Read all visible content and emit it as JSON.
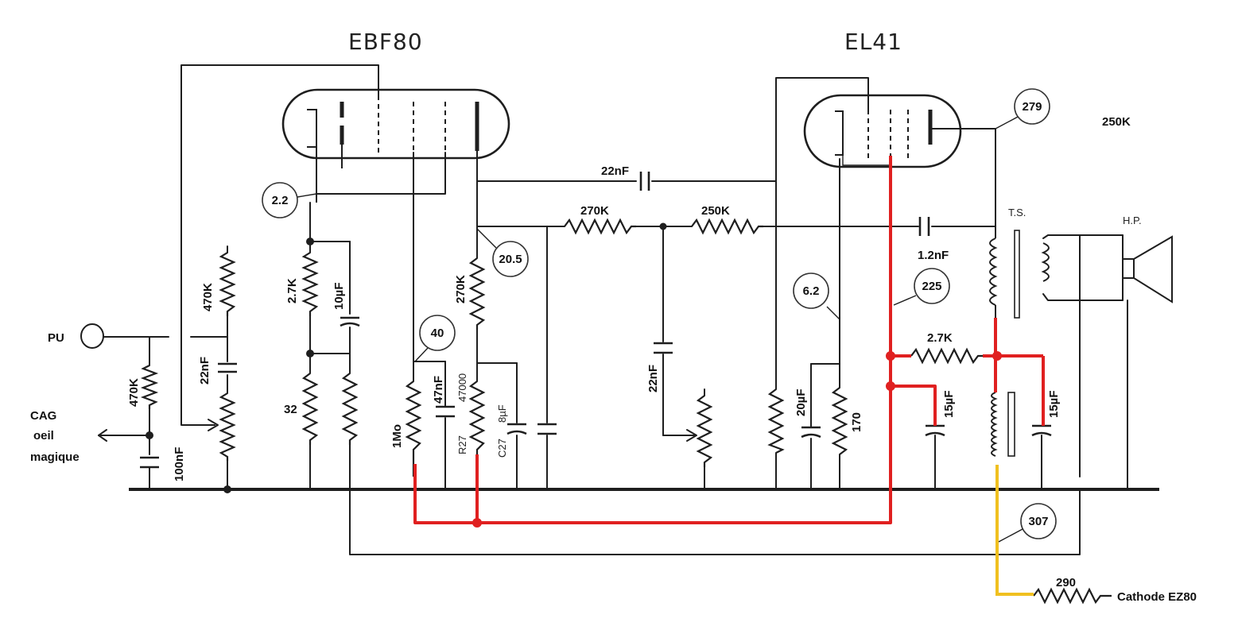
{
  "tubes": {
    "ebf80": "EBF80",
    "el41": "EL41"
  },
  "io": {
    "pu": "PU",
    "cag_line1": "CAG",
    "cag_line2": "oeil",
    "cag_line3": "magique",
    "cathode": "Cathode EZ80",
    "ts": "T.S.",
    "hp": "H.P."
  },
  "voltages": {
    "v2_2": "2.2",
    "v20_5": "20.5",
    "v40": "40",
    "v6_2": "6.2",
    "v225": "225",
    "v279": "279",
    "v307": "307"
  },
  "components": {
    "r470k_pu": "470K",
    "c100nf": "100nF",
    "c22nf_in": "22nF",
    "r470k_top": "470K",
    "r2_7k_left": "2.7K",
    "c10uf": "10µF",
    "r32": "32",
    "r1mo": "1Mo",
    "c47nf": "47nF",
    "r270k_vert": "270K",
    "r47000": "47000",
    "r27": "R27",
    "c27": "C27",
    "c8uf": "8µF",
    "c22nf_top": "22nF",
    "r270k_h": "270K",
    "r250k_h": "250K",
    "c22nf_mid": "22nF",
    "c20uf": "20µF",
    "r170": "170",
    "c1_2nf": "1.2nF",
    "r2_7k_right": "2.7K",
    "c15uf_a": "15µF",
    "c15uf_b": "15µF",
    "r290": "290",
    "r250k_stray": "250K"
  },
  "colors": {
    "highlight_red": "#e02020",
    "highlight_yellow": "#f0c020"
  }
}
